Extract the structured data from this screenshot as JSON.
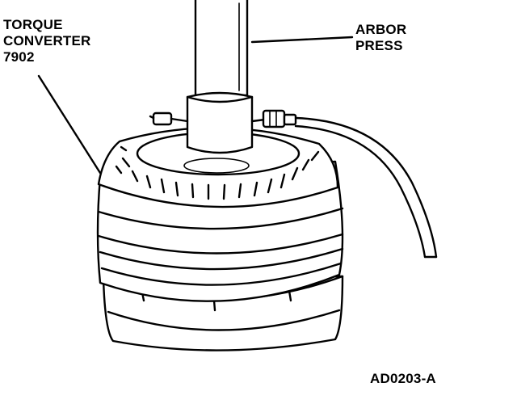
{
  "labels": {
    "torque_converter": [
      "TORQUE",
      "CONVERTER",
      "7902"
    ],
    "arbor_press": [
      "ARBOR",
      "PRESS"
    ],
    "figure_id": "AD0203-A"
  }
}
